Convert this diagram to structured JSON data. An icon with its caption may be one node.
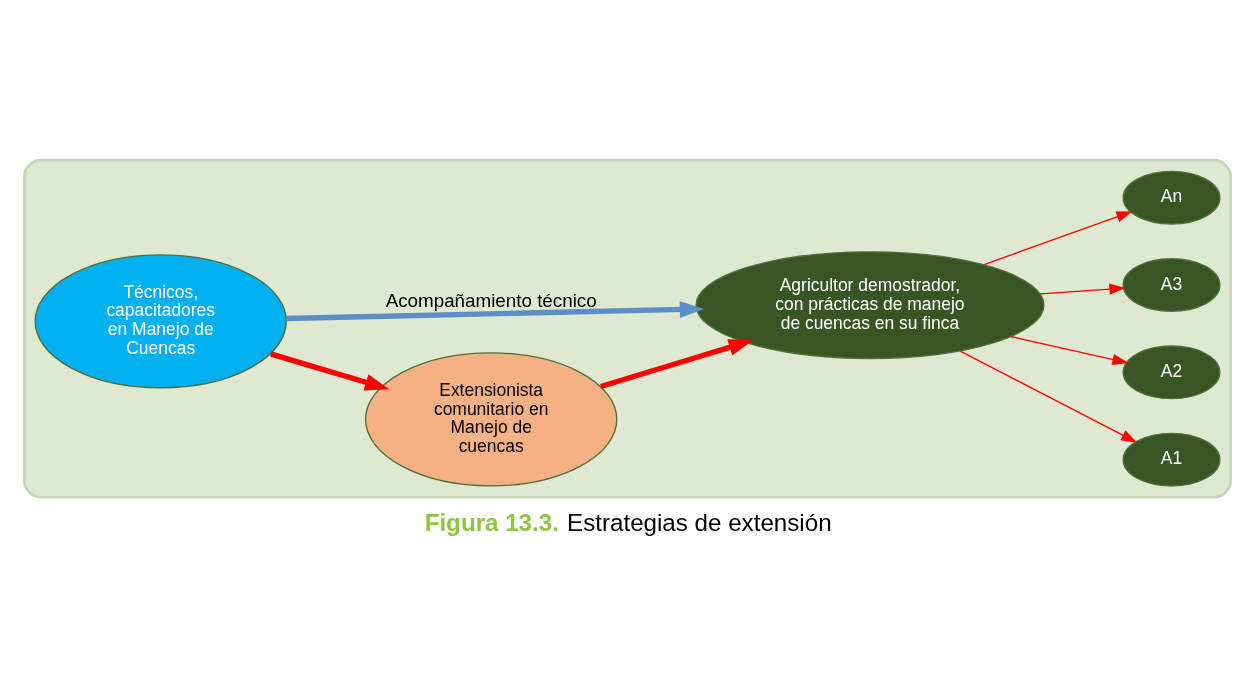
{
  "diagram": {
    "caption": "**Figura 13.3.** Estrategias de extensión",
    "nodes": [
      {
        "text": [],
        "shape": "ellipse"
      },
      {
        "text": [
          "Técnicos, capacitadores en Manejo de Cuencas"
        ],
        "in": 0
      },
      {
        "text": [
          "Extensionista comunitario en Manejo de cuencas"
        ],
        "in": 0
      },
      {
        "text": [
          "Agricultor demostrador, con prácticas de manejo de cuencas en su finca"
        ],
        "in": 0
      },
      {
        "text": [
          "A1"
        ],
        "in": 0
      },
      {
        "text": [
          "A2"
        ],
        "in": 0
      },
      {
        "text": [
          "A3"
        ],
        "in": 0
      },
      {
        "text": [
          "An"
        ],
        "in": 0
      }
    ],
    "edges": [
      {
        "from": 1,
        "to": 3,
        "arrow": "to",
        "label": "Acompañamiento técnico",
        "style": "thick",
        "color": "#5b8fc7"
      },
      {
        "from": 1,
        "to": 2,
        "arrow": "to",
        "style": "thick"
      },
      {
        "from": 2,
        "to": 3,
        "arrow": "to",
        "style": "thick"
      },
      {
        "from": 3,
        "to": 4,
        "arrow": "to"
      },
      {
        "from": 3,
        "to": 5,
        "arrow": "to"
      },
      {
        "from": 3,
        "to": 6,
        "arrow": "to"
      },
      {
        "from": 3,
        "to": 7,
        "arrow": "to"
      }
    ]
  }
}
